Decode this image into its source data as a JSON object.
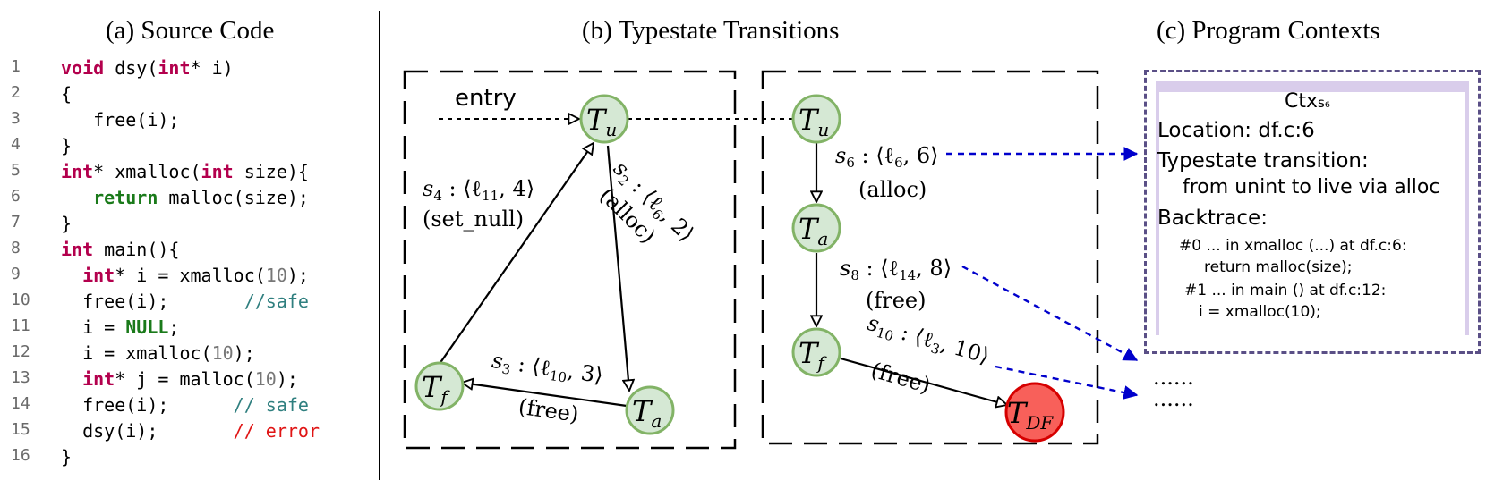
{
  "captions": {
    "source": "(a) Source Code",
    "typestate": "(b) Typestate Transitions",
    "contexts": "(c) Program Contexts"
  },
  "code_lines": [
    {
      "n": "1",
      "html": "<span class=\"kw\">void</span> dsy(<span class=\"kw\">int</span>* i)"
    },
    {
      "n": "2",
      "html": "{"
    },
    {
      "n": "3",
      "html": "   free(i);"
    },
    {
      "n": "4",
      "html": "}"
    },
    {
      "n": "5",
      "html": "<span class=\"kw\">int</span>* xmalloc(<span class=\"kw\">int</span> size){"
    },
    {
      "n": "6",
      "html": "   <span class=\"kg\">return</span> malloc(size);"
    },
    {
      "n": "7",
      "html": "}"
    },
    {
      "n": "8",
      "html": "<span class=\"kw\">int</span> main(){"
    },
    {
      "n": "9",
      "html": "  <span class=\"kw\">int</span>* i = xmalloc(<span class=\"num\">10</span>);"
    },
    {
      "n": "10",
      "html": "  free(i);       <span class=\"cm-safe\">//safe</span>"
    },
    {
      "n": "11",
      "html": "  i = <span class=\"kg\">NULL</span>;"
    },
    {
      "n": "12",
      "html": "  i = xmalloc(<span class=\"num\">10</span>);"
    },
    {
      "n": "13",
      "html": "  <span class=\"kw\">int</span>* j = malloc(<span class=\"num\">10</span>);"
    },
    {
      "n": "14",
      "html": "  free(i);      <span class=\"cm-safe\">// safe</span>"
    },
    {
      "n": "15",
      "html": "  dsy(i);       <span class=\"cm-err\">// error</span>"
    },
    {
      "n": "16",
      "html": "}"
    }
  ],
  "diagram": {
    "entry_label": "entry",
    "left": {
      "nodes": {
        "tu": "T",
        "tu_sub": "u",
        "tf": "T",
        "tf_sub": "f",
        "ta": "T",
        "ta_sub": "a"
      },
      "edges": {
        "s4": {
          "sym": "s",
          "idx": "4",
          "tuple": "⟨ℓ",
          "tsub": "11",
          "tnum": ", 4⟩",
          "event": "(set_null)"
        },
        "s2": {
          "sym": "s",
          "idx": "2",
          "tuple": "⟨ℓ",
          "tsub": "6",
          "tnum": ", 2⟩",
          "event": "(alloc)"
        },
        "s3": {
          "sym": "s",
          "idx": "3",
          "tuple": "⟨ℓ",
          "tsub": "10",
          "tnum": ", 3⟩",
          "event": "(free)"
        }
      }
    },
    "right": {
      "nodes": {
        "tu": "T",
        "tu_sub": "u",
        "ta": "T",
        "ta_sub": "a",
        "tf": "T",
        "tf_sub": "f",
        "tdf": "T",
        "tdf_sub": "DF"
      },
      "edges": {
        "s6": {
          "sym": "s",
          "idx": "6",
          "tuple": "⟨ℓ",
          "tsub": "6",
          "tnum": ", 6⟩",
          "event": "(alloc)"
        },
        "s8": {
          "sym": "s",
          "idx": "8",
          "tuple": "⟨ℓ",
          "tsub": "14",
          "tnum": ", 8⟩",
          "event": "(free)"
        },
        "s10": {
          "sym": "s",
          "idx": "10",
          "tuple": "⟨ℓ",
          "tsub": "3",
          "tnum": ", 10⟩",
          "event": "(free)"
        }
      }
    }
  },
  "context": {
    "title": "Ctx",
    "title_sub": "s₆",
    "location": "Location: df.c:6",
    "transition_label": "Typestate transition:",
    "transition_detail": "from unint to live via alloc",
    "backtrace_label": "Backtrace:",
    "frame0": "#0 ... in xmalloc (...) at df.c:6:",
    "frame0_code": "return malloc(size);",
    "frame1": "#1 ... in main () at df.c:12:",
    "frame1_code": "i = xmalloc(10);"
  },
  "ellipsis": [
    "......",
    "......"
  ],
  "colors": {
    "node_fill": "#d5e8d4",
    "node_stroke": "#82b366",
    "tdf_fill": "#f8605a",
    "tdf_stroke": "#d60000",
    "link_blue": "#0000cc",
    "ctx_border": "#5a4f86"
  }
}
